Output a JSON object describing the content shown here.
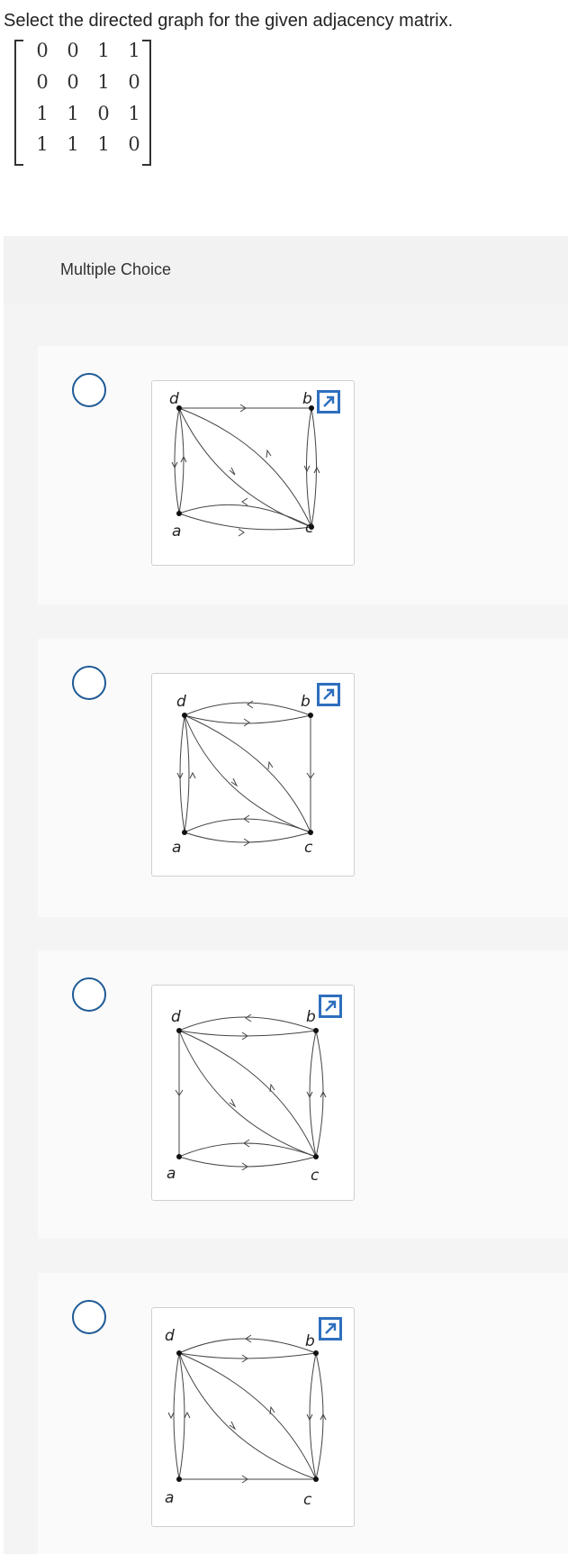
{
  "question": {
    "text": "Select the directed graph for the given adjacency matrix."
  },
  "matrix": [
    [
      "0",
      "0",
      "1",
      "1"
    ],
    [
      "0",
      "0",
      "1",
      "0"
    ],
    [
      "1",
      "1",
      "0",
      "1"
    ],
    [
      "1",
      "1",
      "1",
      "0"
    ]
  ],
  "section": {
    "label": "Multiple Choice"
  },
  "choices": [
    {
      "vertices": {
        "d": "d",
        "b": "b",
        "a": "a",
        "c": "c"
      }
    },
    {
      "vertices": {
        "d": "d",
        "b": "b",
        "a": "a",
        "c": "c"
      }
    },
    {
      "vertices": {
        "d": "d",
        "b": "b",
        "a": "a",
        "c": "c"
      }
    },
    {
      "vertices": {
        "d": "d",
        "b": "b",
        "a": "a",
        "c": "c"
      }
    }
  ],
  "colors": {
    "radio_border": "#1e5a96",
    "expand_icon": "#2e6fbe",
    "panel_bg": "#f2f2f2"
  },
  "icons": {
    "expand": "expand-icon"
  }
}
